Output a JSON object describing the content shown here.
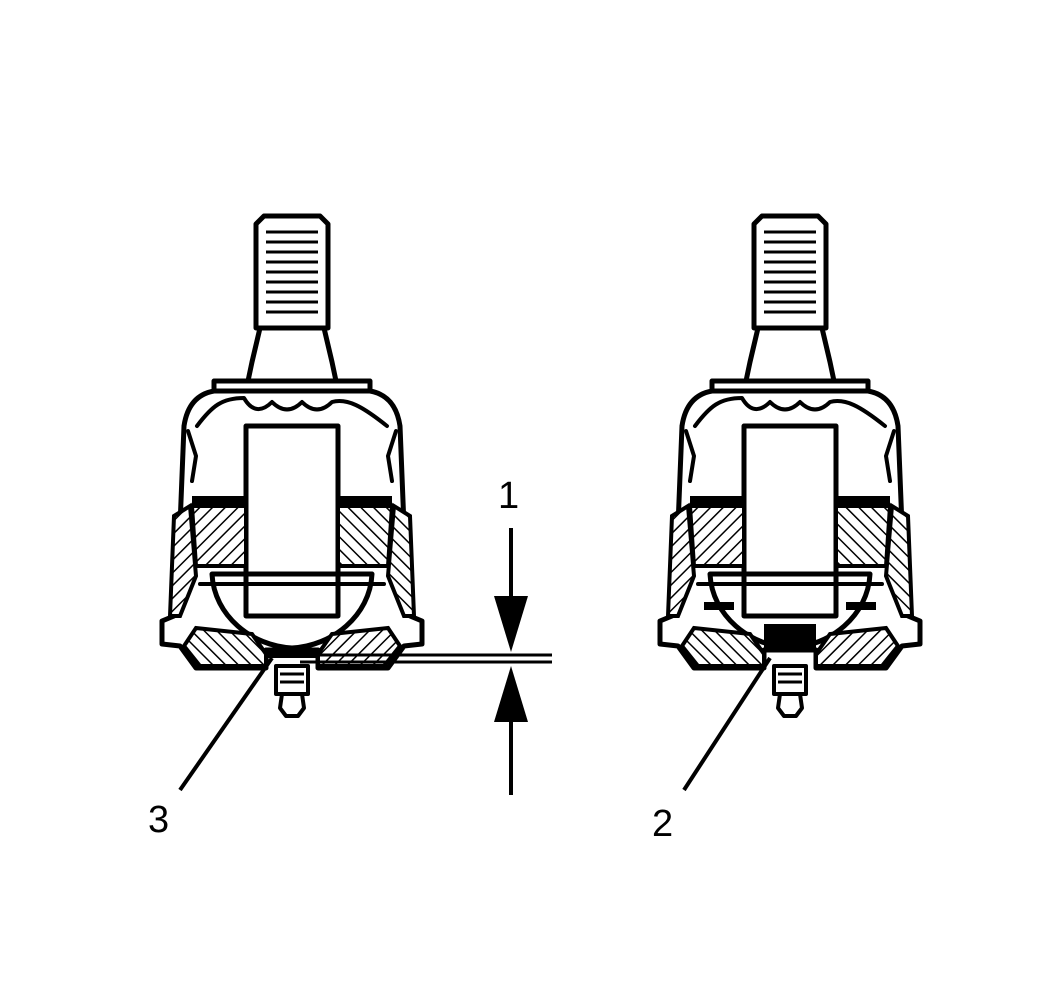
{
  "diagram": {
    "callouts": {
      "one": "1",
      "two": "2",
      "three": "3"
    },
    "colors": {
      "ink": "#000000",
      "background": "#ffffff"
    },
    "parts": [
      "ball-joint-worn",
      "ball-joint-new"
    ]
  }
}
